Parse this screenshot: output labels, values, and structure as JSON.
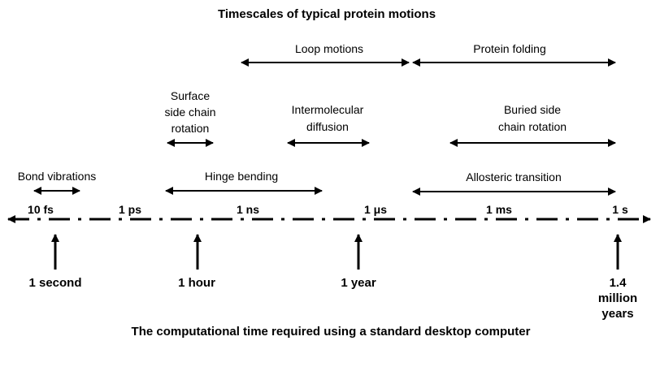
{
  "title": "Timescales of typical protein motions",
  "footer": "The computational time required using a standard desktop computer",
  "timeline_ticks": [
    "10 fs",
    "1 ps",
    "1 ns",
    "1 μs",
    "1 ms",
    "1 s"
  ],
  "motions": {
    "bond_vibrations": "Bond vibrations",
    "surface_side_chain": [
      "Surface",
      "side chain",
      "rotation"
    ],
    "hinge_bending": "Hinge bending",
    "loop_motions": "Loop motions",
    "intermolecular_diffusion": [
      "Intermolecular",
      "diffusion"
    ],
    "protein_folding": "Protein folding",
    "buried_side_chain": [
      "Buried side",
      "chain rotation"
    ],
    "allosteric_transition": "Allosteric transition"
  },
  "compute_times": {
    "second": "1 second",
    "hour": "1 hour",
    "year": "1 year",
    "million_years": [
      "1.4",
      "million",
      "years"
    ]
  }
}
